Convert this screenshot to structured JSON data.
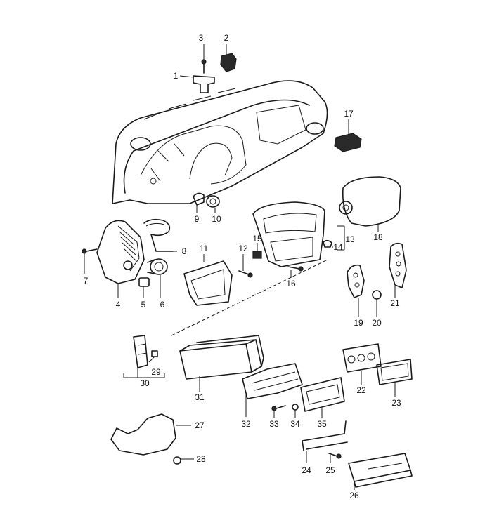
{
  "diagram": {
    "callouts": [
      {
        "id": "p1",
        "text": "1"
      },
      {
        "id": "p2",
        "text": "2"
      },
      {
        "id": "p3",
        "text": "3"
      },
      {
        "id": "p4",
        "text": "4"
      },
      {
        "id": "p5",
        "text": "5"
      },
      {
        "id": "p6",
        "text": "6"
      },
      {
        "id": "p7",
        "text": "7"
      },
      {
        "id": "p8",
        "text": "8"
      },
      {
        "id": "p9",
        "text": "9"
      },
      {
        "id": "p10",
        "text": "10"
      },
      {
        "id": "p11",
        "text": "11"
      },
      {
        "id": "p12",
        "text": "12"
      },
      {
        "id": "p13",
        "text": "13"
      },
      {
        "id": "p14",
        "text": "14"
      },
      {
        "id": "p15",
        "text": "15"
      },
      {
        "id": "p16",
        "text": "16"
      },
      {
        "id": "p17",
        "text": "17"
      },
      {
        "id": "p18",
        "text": "18"
      },
      {
        "id": "p19",
        "text": "19"
      },
      {
        "id": "p20",
        "text": "20"
      },
      {
        "id": "p21",
        "text": "21"
      },
      {
        "id": "p22",
        "text": "22"
      },
      {
        "id": "p23",
        "text": "23"
      },
      {
        "id": "p24",
        "text": "24"
      },
      {
        "id": "p25",
        "text": "25"
      },
      {
        "id": "p26",
        "text": "26"
      },
      {
        "id": "p27",
        "text": "27"
      },
      {
        "id": "p28",
        "text": "28"
      },
      {
        "id": "p29",
        "text": "29"
      },
      {
        "id": "p30",
        "text": "30"
      },
      {
        "id": "p31",
        "text": "31"
      },
      {
        "id": "p32",
        "text": "32"
      },
      {
        "id": "p33",
        "text": "33"
      },
      {
        "id": "p34",
        "text": "34"
      },
      {
        "id": "p35",
        "text": "35"
      }
    ]
  }
}
